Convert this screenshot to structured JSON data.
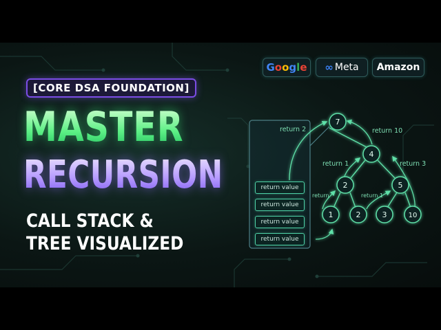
{
  "header": {
    "tag": "[CORE DSA FOUNDATION]",
    "title_line1": "MASTER",
    "title_line2": "RECURSION",
    "subtitle_line1": "CALL STACK &",
    "subtitle_line2": "TREE VISUALIZED"
  },
  "badges": {
    "google": [
      "G",
      "o",
      "o",
      "g",
      "l",
      "e"
    ],
    "google_colors": [
      "#4285F4",
      "#EA4335",
      "#FBBC05",
      "#4285F4",
      "#34A853",
      "#EA4335"
    ],
    "meta": "Meta",
    "amazon": "Amazon"
  },
  "stack": [
    "return value",
    "return value",
    "return value",
    "return value"
  ],
  "tree": {
    "nodes": [
      "7",
      "4",
      "2",
      "5",
      "1",
      "2",
      "3",
      "10"
    ],
    "edge_labels": {
      "top_left": "return 2",
      "top_right": "return 10",
      "mid_left": "return 1",
      "mid_right": "return 3",
      "low_left": "return",
      "low_right": "return 1"
    }
  },
  "colors": {
    "accent_green": "#4fe08a",
    "accent_purple": "#8a63ff",
    "node_stroke": "#5fe0a8",
    "background": "#0b1614"
  }
}
